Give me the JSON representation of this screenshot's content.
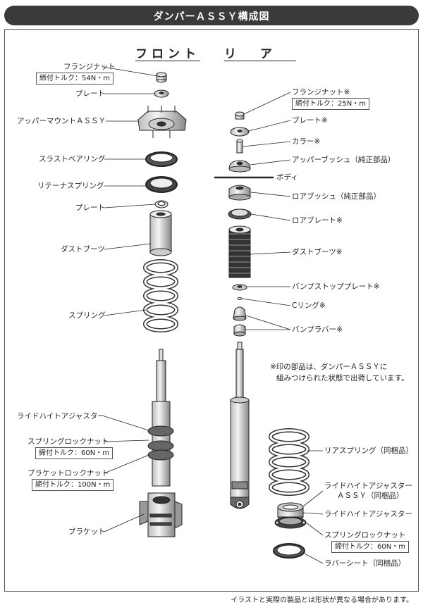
{
  "title": "ダンパーＡＳＳＹ構成図",
  "headers": {
    "front": "フロント",
    "rear": "リア"
  },
  "front_labels": {
    "flange_nut": "フランジナット",
    "flange_torque": "締付トルク：54N・m",
    "plate1": "プレート",
    "upper_mount": "アッパーマウントＡＳＳＹ",
    "thrust_bearing": "スラストベアリング",
    "retainer_spring": "リテーナスプリング",
    "plate2": "プレート",
    "dust_boot": "ダストブーツ",
    "spring": "スプリング",
    "ride_height_adjuster": "ライドハイトアジャスター",
    "spring_lock_nut": "スプリングロックナット",
    "spring_lock_torque": "締付トルク：60N・m",
    "bracket_lock_nut": "ブラケットロックナット",
    "bracket_lock_torque": "締付トルク：100N・m",
    "bracket": "ブラケット"
  },
  "rear_labels": {
    "flange_nut": "フランジナット※",
    "flange_torque": "締付トルク：25N・m",
    "plate": "プレート※",
    "collar": "カラー※",
    "upper_bush": "アッパーブッシュ（純正部品）",
    "body": "ボディ",
    "lower_bush": "ロアブッシュ（純正部品）",
    "lower_plate": "ロアプレート※",
    "dust_boot": "ダストブーツ※",
    "bump_stop_plate": "バンプストッププレート※",
    "c_ring": "Cリング※",
    "bump_rubber": "バンプラバー※",
    "rear_spring": "リアスプリング（同梱品）",
    "ride_height_adjuster_assy_1": "ライドハイトアジャスター",
    "ride_height_adjuster_assy_2": "ＡＳＳＹ（同梱品）",
    "ride_height_adjuster": "ライドハイトアジャスター",
    "spring_lock_nut": "スプリングロックナット",
    "spring_lock_torque": "締付トルク：60N・m",
    "rubber_seat": "ラバーシート（同梱品）"
  },
  "note_line1": "※印の部品は、ダンパーＡＳＳＹに",
  "note_line2": "組みつけられた状態で出荷しています。",
  "footnote": "イラストと実際の製品とは形状が異なる場合があります。"
}
